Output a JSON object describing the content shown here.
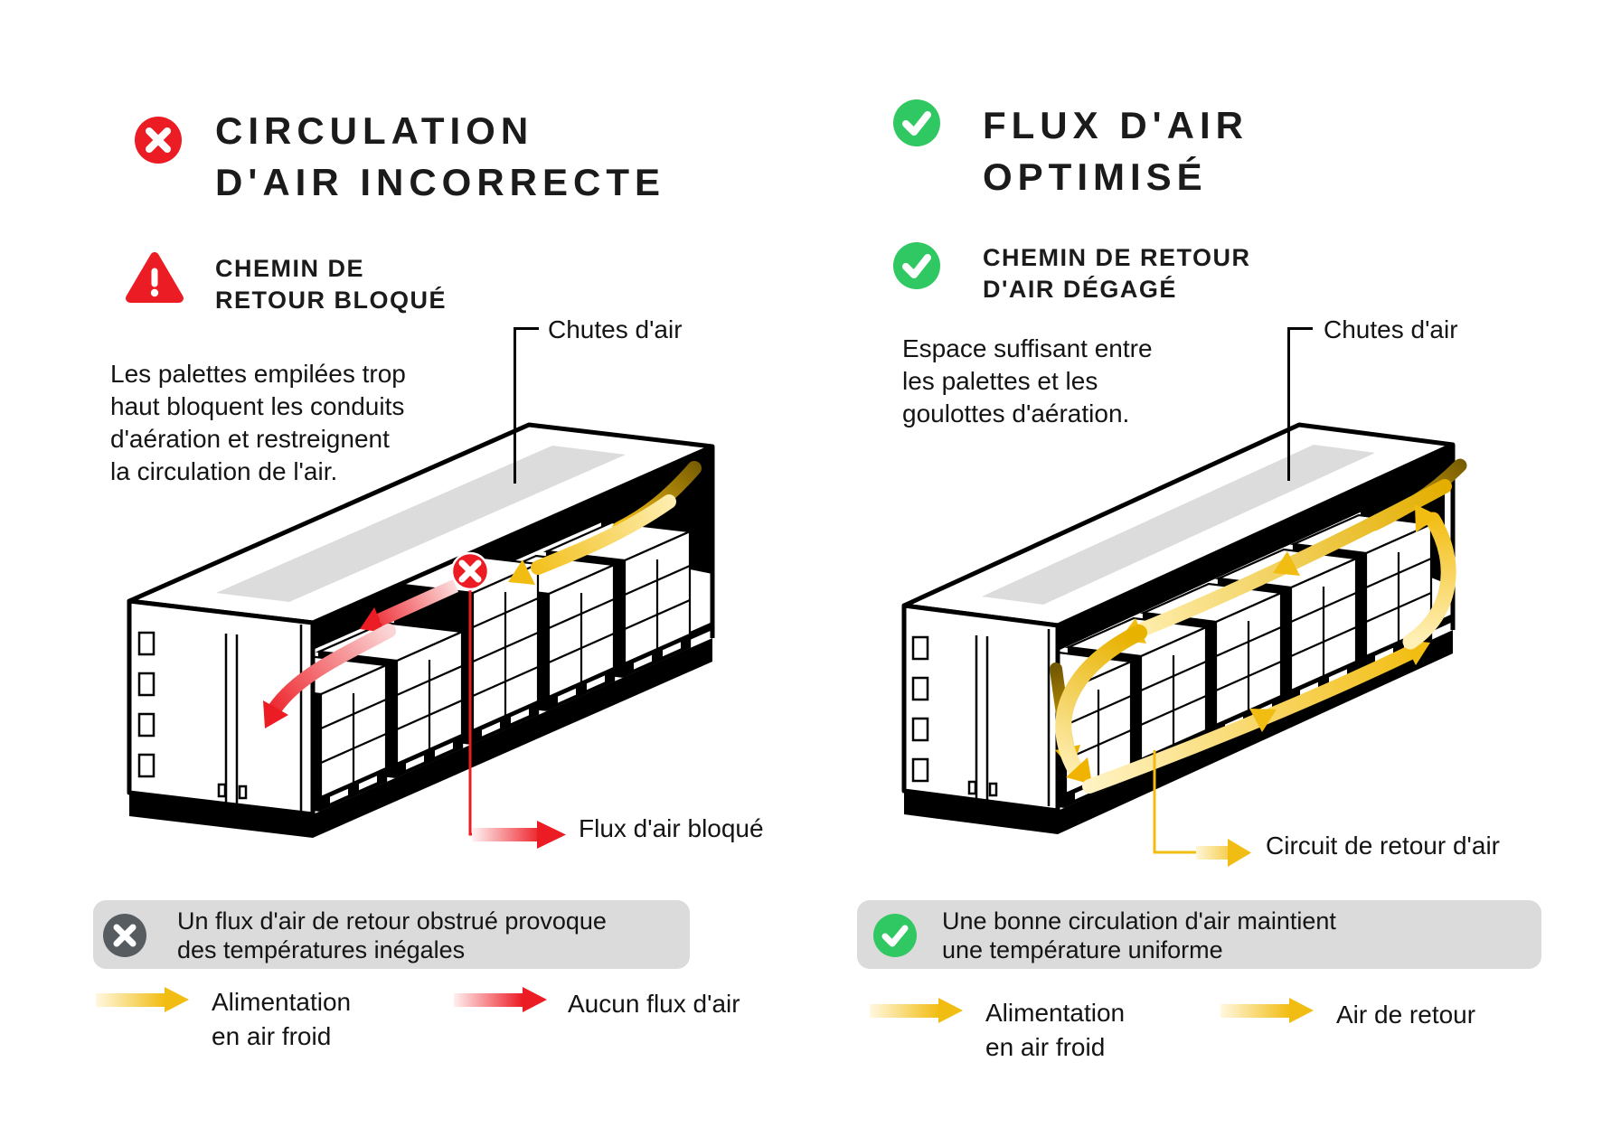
{
  "left_panel": {
    "title_line1": "CIRCULATION",
    "title_line2": "D'AIR INCORRECTE",
    "subtitle_line1": "CHEMIN DE",
    "subtitle_line2": "RETOUR BLOQUÉ",
    "desc_line1": "Les palettes empilées trop",
    "desc_line2": "haut bloquent les conduits",
    "desc_line3": "d'aération et restreignent",
    "desc_line4": "la circulation de l'air.",
    "callout_chutes": "Chutes d'air",
    "callout_blocked": "Flux d'air bloqué",
    "summary_line1": "Un flux d'air de retour obstrué provoque",
    "summary_line2": "des températures inégales",
    "legend1_line1": "Alimentation",
    "legend1_line2": "en air froid",
    "legend2": "Aucun flux d'air"
  },
  "right_panel": {
    "title_line1": "FLUX D'AIR",
    "title_line2": "OPTIMISÉ",
    "subtitle_line1": "CHEMIN DE RETOUR",
    "subtitle_line2": "D'AIR DÉGAGÉ",
    "desc_line1": "Espace suffisant entre",
    "desc_line2": "les palettes et les",
    "desc_line3": "goulottes d'aération.",
    "callout_chutes": "Chutes d'air",
    "callout_circuit": "Circuit de retour d'air",
    "summary_line1": "Une bonne circulation d'air maintient",
    "summary_line2": "une température uniforme",
    "legend1_line1": "Alimentation",
    "legend1_line2": "en air froid",
    "legend2": "Air de retour"
  },
  "colors": {
    "red": "#EC1C24",
    "green": "#2FC862",
    "yellow": "#F2BD13",
    "yellow_light": "#FFF6D8",
    "gray_box": "#DBDBDB",
    "badge_gray": "#575C61",
    "duct_panel_gray": "#DCDCDC"
  },
  "icons": {
    "left_title_icon": "x-circle",
    "left_subtitle_icon": "warning-triangle",
    "right_title_icon": "check-circle",
    "right_subtitle_icon": "check-circle",
    "left_summary_icon": "x-circle-gray",
    "right_summary_icon": "check-circle"
  }
}
